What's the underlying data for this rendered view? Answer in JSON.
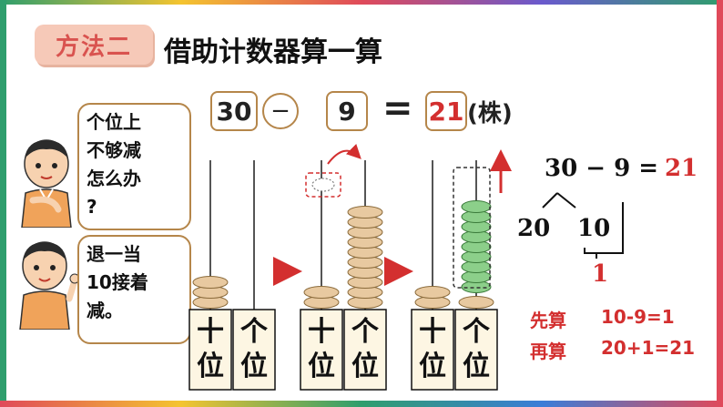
{
  "header": {
    "method_label": "方法二",
    "title": "借助计数器算一算"
  },
  "equation": {
    "a": "30",
    "op": "−",
    "b": "9",
    "eq": "=",
    "result": "21",
    "unit": "(株)"
  },
  "dialog": {
    "bubble1": [
      "个位上",
      "不够减",
      "怎么办",
      "?"
    ],
    "bubble2": [
      "退一当",
      "10接着",
      "减。"
    ]
  },
  "abacus": {
    "ten_label": [
      "十",
      "位"
    ],
    "one_label": [
      "个",
      "位"
    ],
    "bead_color_tan": "#e8c9a0",
    "bead_color_green": "#8ccf8a",
    "states": [
      {
        "tens": 3,
        "ones": 0,
        "ones_color": "tan"
      },
      {
        "tens": 2,
        "ones": 10,
        "ones_color": "tan"
      },
      {
        "tens": 2,
        "ones": 1,
        "ones_color": "tan",
        "removed": 9
      }
    ]
  },
  "breakdown": {
    "top": "30 −  9 =",
    "result": "21",
    "left": "20",
    "right": "10",
    "bottom": "1"
  },
  "steps": [
    {
      "label": "先算",
      "expr": "10-9=1"
    },
    {
      "label": "再算",
      "expr": "20+1=21"
    }
  ],
  "colors": {
    "accent_red": "#d32f2f",
    "frame_brown": "#b5864a",
    "badge_bg": "#f6c9b8"
  }
}
